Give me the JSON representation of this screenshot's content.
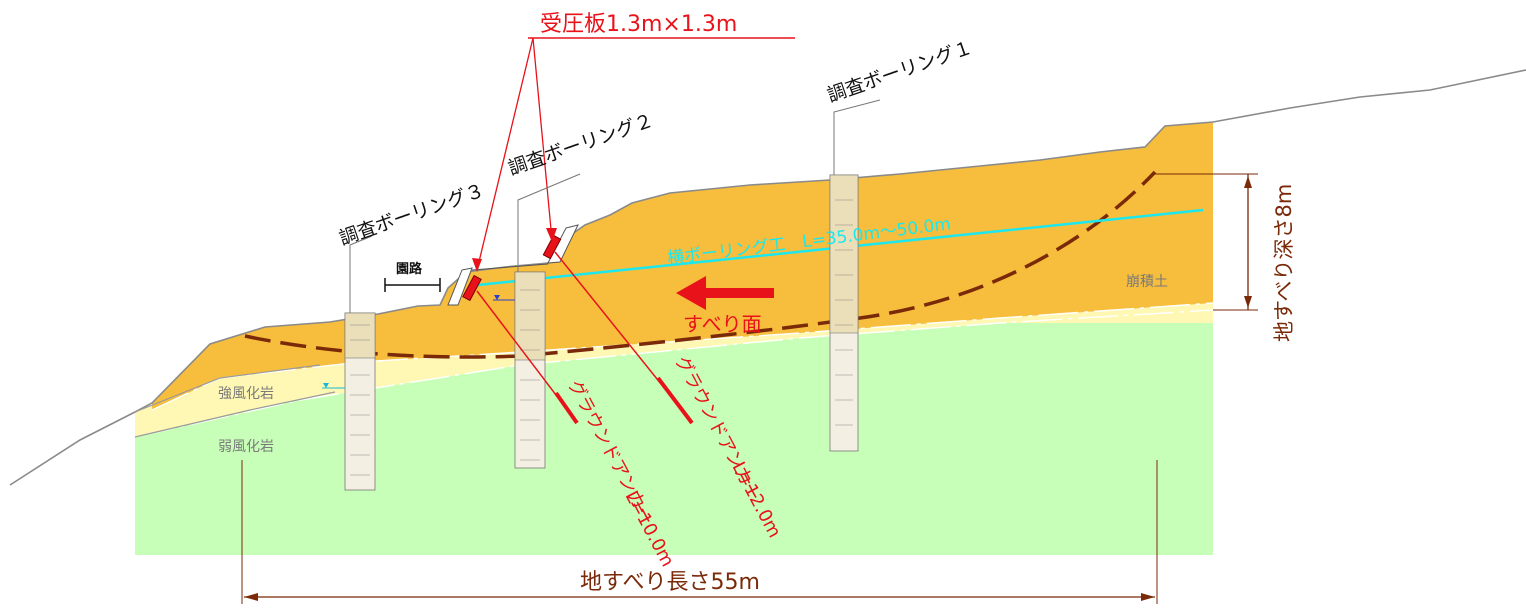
{
  "labels": {
    "pressure_plate": "受圧板1.3m×1.3m",
    "boring1": "調査ボーリング１",
    "boring2": "調査ボーリング２",
    "boring3": "調査ボーリング３",
    "road": "園路",
    "horizontal_boring": "横ボーリング工　L=35.0m～50.0m",
    "collapse_soil": "崩積土",
    "strong_weathered": "強風化岩",
    "weak_weathered": "弱風化岩",
    "slip_surface": "すべり面",
    "depth": "地すべり深さ8m",
    "length": "地すべり長さ55m",
    "anchor1_name": "グラウンドアンカー",
    "anchor1_len": "L=10.0m",
    "anchor2_name": "グラウンドアンカー",
    "anchor2_len": "L=12.0m"
  },
  "colors": {
    "collapse_soil": "#f7bd3c",
    "strong_weathered": "#fff8b4",
    "weak_weathered": "#c8ffb8",
    "slip_surface": "#7a2a08",
    "annotation": "#e8121b",
    "horizontal_boring": "#1ae8ee",
    "ground_line": "#8a8a8a"
  },
  "icons": {
    "slip_direction": "left-arrow-icon",
    "water_level": "water-level-icon"
  }
}
